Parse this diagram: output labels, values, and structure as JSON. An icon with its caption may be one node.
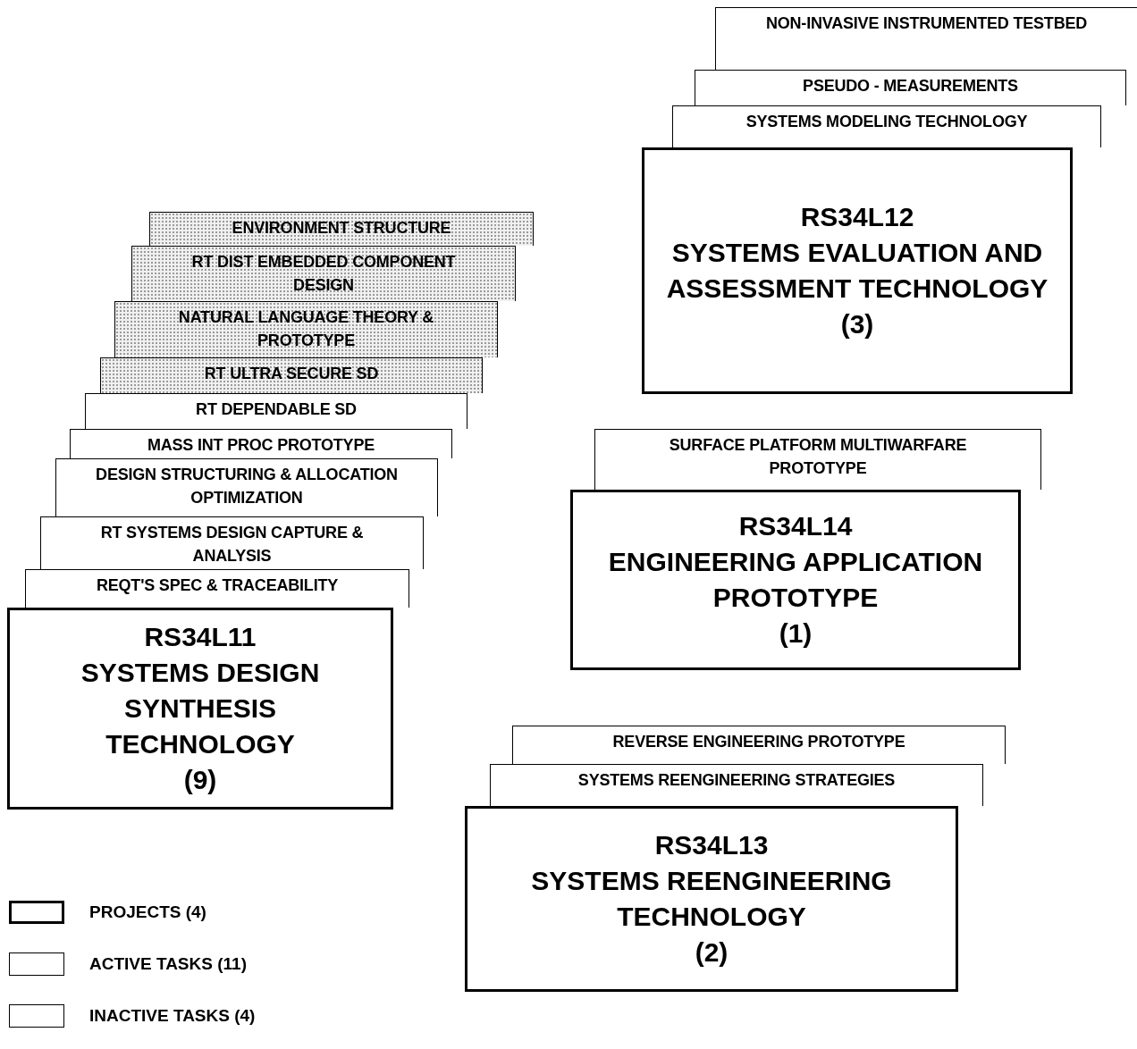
{
  "diagram": {
    "nodes": [
      {
        "text": [
          "NON-INVASIVE INSTRUMENTED TESTBED"
        ]
      },
      {
        "text": [
          "PSEUDO - MEASUREMENTS"
        ]
      },
      {
        "text": [
          "SYSTEMS MODELING TECHNOLOGY"
        ]
      },
      {
        "text": [
          "RS34L12",
          "SYSTEMS EVALUATION AND ASSESSMENT TECHNOLOGY",
          "(3)"
        ]
      },
      {
        "text": [
          "ENVIRONMENT STRUCTURE"
        ]
      },
      {
        "text": [
          "RT DIST EMBEDDED COMPONENT DESIGN"
        ]
      },
      {
        "text": [
          "NATURAL LANGUAGE THEORY & PROTOTYPE"
        ]
      },
      {
        "text": [
          "RT ULTRA SECURE SD"
        ]
      },
      {
        "text": [
          "RT DEPENDABLE SD"
        ]
      },
      {
        "text": [
          "MASS INT PROC PROTOTYPE"
        ]
      },
      {
        "text": [
          "DESIGN STRUCTURING & ALLOCATION OPTIMIZATION"
        ]
      },
      {
        "text": [
          "RT SYSTEMS DESIGN CAPTURE & ANALYSIS"
        ]
      },
      {
        "text": [
          "REQT'S SPEC & TRACEABILITY"
        ]
      },
      {
        "text": [
          "RS34L11",
          "SYSTEMS DESIGN SYNTHESIS TECHNOLOGY",
          "(9)"
        ]
      },
      {
        "text": [
          "SURFACE PLATFORM MULTIWARFARE PROTOTYPE"
        ]
      },
      {
        "text": [
          "RS34L14",
          "ENGINEERING APPLICATION PROTOTYPE",
          "(1)"
        ]
      },
      {
        "text": [
          "REVERSE ENGINEERING PROTOTYPE"
        ]
      },
      {
        "text": [
          "SYSTEMS REENGINEERING STRATEGIES"
        ]
      },
      {
        "text": [
          "RS34L13",
          "SYSTEMS REENGINEERING TECHNOLOGY",
          "(2)"
        ]
      }
    ],
    "legend": [
      {
        "text": "PROJECTS (4)"
      },
      {
        "text": "ACTIVE TASKS (11)"
      },
      {
        "text": "INACTIVE TASKS (4)"
      }
    ]
  }
}
